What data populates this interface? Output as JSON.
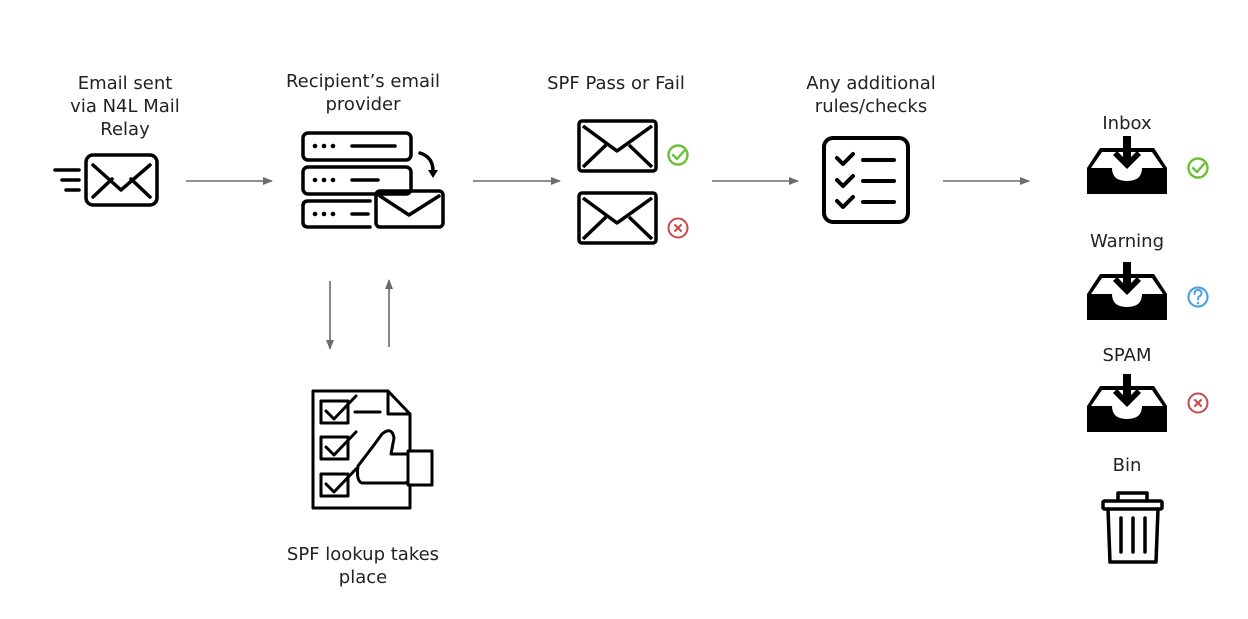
{
  "steps": {
    "sent": {
      "lines": [
        "Email sent",
        "via N4L Mail",
        "Relay"
      ]
    },
    "provider": {
      "lines": [
        "Recipient’s email",
        "provider"
      ]
    },
    "spf": {
      "label": "SPF Pass or Fail"
    },
    "rules": {
      "lines": [
        "Any additional",
        "rules/checks"
      ]
    },
    "lookup": {
      "lines": [
        "SPF lookup takes",
        "place"
      ]
    }
  },
  "outcomes": [
    {
      "label": "Inbox",
      "status": "pass-icon"
    },
    {
      "label": "Warning",
      "status": "question-icon"
    },
    {
      "label": "SPAM",
      "status": "fail-icon"
    },
    {
      "label": "Bin",
      "status": "none"
    }
  ],
  "colors": {
    "pass": "#6cbf3b",
    "fail": "#c8494b",
    "question": "#4da3e0",
    "ink": "#000000",
    "arrow": "#6b6b6b"
  }
}
